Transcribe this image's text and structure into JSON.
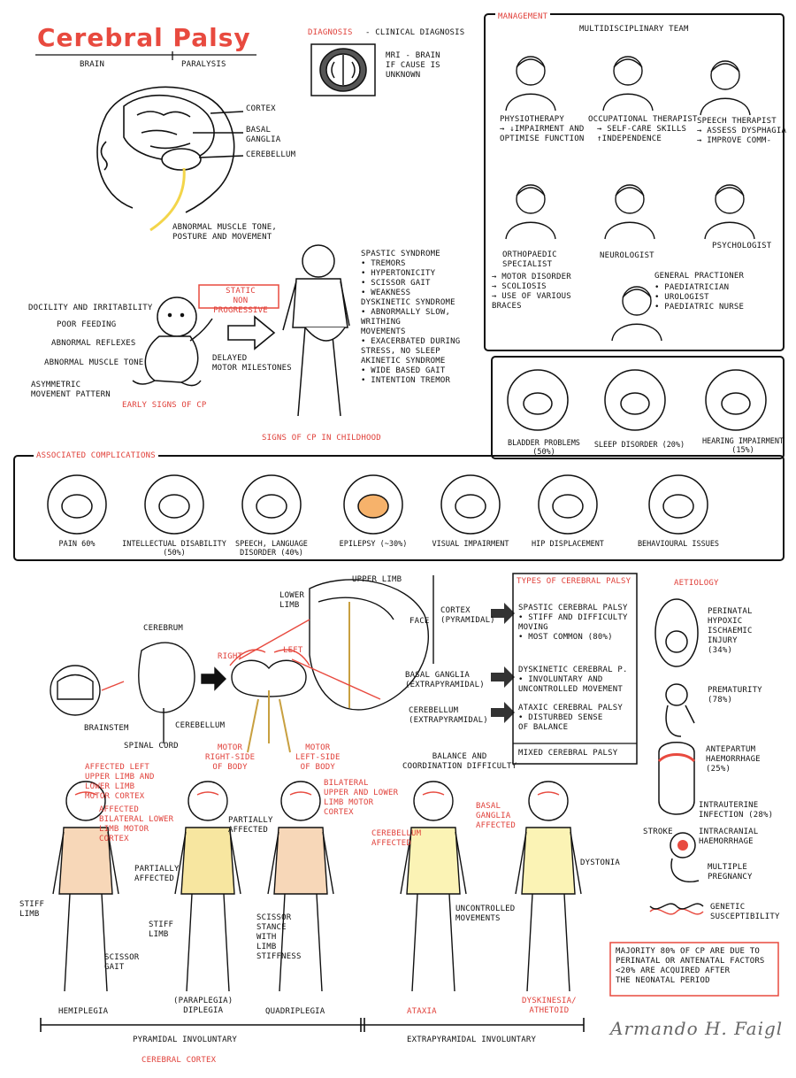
{
  "title": "Cerebral Palsy",
  "title_parts": {
    "brain": "Brain",
    "paralysis": "Paralysis"
  },
  "brain_labels": {
    "cortex": "Cortex",
    "basal_ganglia": "Basal\nGanglia",
    "cerebellum": "Cerebellum"
  },
  "brain_caption": "Abnormal muscle tone,\nposture and movement",
  "diagnosis": {
    "heading": "Diagnosis",
    "subtitle": "- Clinical diagnosis",
    "mri_text": "MRI - Brain\nif cause is\nunknown"
  },
  "management": {
    "heading": "Management",
    "team": "Multidisciplinary team",
    "roles": [
      {
        "name": "Physiotherapy",
        "desc": "→ ↓impairment and\noptimise function"
      },
      {
        "name": "Occupational therapist",
        "desc": "→ Self-care skills\n↑independence"
      },
      {
        "name": "Speech therapist",
        "desc": "→ Assess dysphagia\n→ Improve comm-"
      },
      {
        "name": "Orthopaedic\nspecialist",
        "desc": "→ Motor disorder\n→ Scoliosis\n→ Use of various\nbraces"
      },
      {
        "name": "Neurologist",
        "desc": ""
      },
      {
        "name": "Psychologist",
        "desc": ""
      },
      {
        "name": "General practioner",
        "desc": "• Paediatrician\n• Urologist\n• Paediatric nurse"
      }
    ]
  },
  "early_signs": {
    "heading": "Early signs of CP",
    "items": [
      "Docility and irritability",
      "Poor feeding",
      "Abnormal reflexes",
      "Abnormal muscle tone",
      "Asymmetric\nmovement pattern"
    ],
    "static_label": "Static\nnon progressive",
    "delayed": "Delayed\nmotor milestones"
  },
  "childhood_signs": {
    "heading": "Signs of CP in childhood",
    "text": "Spastic syndrome\n• Tremors\n• Hypertonicity\n• Scissor gait\n• Weakness\nDyskinetic syndrome\n• Abnormally slow,\n  writhing\n  movements\n• Exacerbated during\n  stress, no sleep\nAkinetic syndrome\n• Wide based gait\n• Intention tremor"
  },
  "complications_top": [
    {
      "label": "Bladder problems\n(50%)"
    },
    {
      "label": "Sleep disorder (20%)"
    },
    {
      "label": "Hearing\nimpairment (15%)"
    }
  ],
  "associated": {
    "heading": "Associated complications",
    "items": [
      {
        "label": "Pain 60%"
      },
      {
        "label": "Intellectual disability (50%)"
      },
      {
        "label": "Speech, language\ndisorder (40%)"
      },
      {
        "label": "Epilepsy (~30%)"
      },
      {
        "label": "Visual impairment"
      },
      {
        "label": "Hip displacement"
      },
      {
        "label": "Behavioural issues"
      }
    ]
  },
  "anatomy": {
    "cerebrum": "Cerebrum",
    "brainstem": "Brainstem",
    "spinal_cord": "Spinal cord",
    "cerebellum": "Cerebellum",
    "right": "Right",
    "left": "Left",
    "upper_limb": "Upper limb",
    "lower_limb": "Lower\nlimb",
    "face": "Face",
    "cortex": "Cortex\n(pyramidal)",
    "basal_ganglia": "Basal ganglia\n(extrapyramidal)",
    "cerebellum2": "Cerebellum\n(extrapyramidal)",
    "motor_right": "Motor\nright-side\nof body",
    "motor_left": "Motor\nleft-side\nof body"
  },
  "types": {
    "heading": "Types of cerebral palsy",
    "spastic": "Spastic cerebral palsy\n• Stiff and difficulty\n  moving\n• Most common (80%)",
    "dyskinetic": "Dyskinetic cerebral p.\n• Involuntary and\n  uncontrolled movement",
    "ataxic": "Ataxic cerebral palsy\n• Disturbed sense\n  of balance",
    "mixed": "Mixed cerebral palsy"
  },
  "aetiology": {
    "heading": "Aetiology",
    "items": [
      "Perinatal\nhypoxic\nischaemic\ninjury\n(34%)",
      "Prematurity\n(78%)",
      "Antepartum\nhaemorrhage\n(25%)",
      "Intrauterine\ninfection (28%)",
      "Stroke",
      "Intracranial\nhaemorrhage",
      "Multiple\npregnancy",
      "Genetic\nsusceptibility"
    ],
    "note": "Majority 80% of CP are due to\nperinatal or antenatal factors\n<20% are acquired after\nthe neonatal period"
  },
  "figures": {
    "hemi_note1": "Affected left\nupper limb and\nlower limb\nmotor cortex",
    "hemi_note2": "Affected\nbilateral lower\nlimb motor\ncortex",
    "partially1": "Partially\naffected",
    "partially2": "Partially\naffected",
    "quad_note": "Bilateral\nupper and lower\nlimb motor\ncortex",
    "stiff_limb": "Stiff\nlimb",
    "stiff_limb2": "Stiff\nlimb",
    "scissor_gait": "Scissor\ngait",
    "scissor_stance": "Scissor\nstance\nwith\nlimb\nstiffness",
    "balance": "Balance and\ncoordination difficulty",
    "cerebellum_affected": "Cerebellum\naffected",
    "basal_affected": "Basal\nganglia\naffected",
    "dystonia": "Dystonia",
    "uncontrolled": "Uncontrolled\nmovements",
    "hemiplegia": "Hemiplegia",
    "diplegia": "(Paraplegia)\nDiplegia",
    "quadriplegia": "Quadriplegia",
    "ataxia": "Ataxia",
    "dyskinesia": "Dyskinesia/\nathetoid"
  },
  "footer": {
    "pyramidal": "Pyramidal involuntary",
    "extrapyramidal": "Extrapyramidal involuntary",
    "cortex": "Cerebral cortex"
  },
  "signature": "Armando H. Faigl",
  "colors": {
    "accent": "#e84a3f",
    "yellow": "#f3e27a",
    "skin": "#f6d7b3",
    "line": "#111111"
  }
}
